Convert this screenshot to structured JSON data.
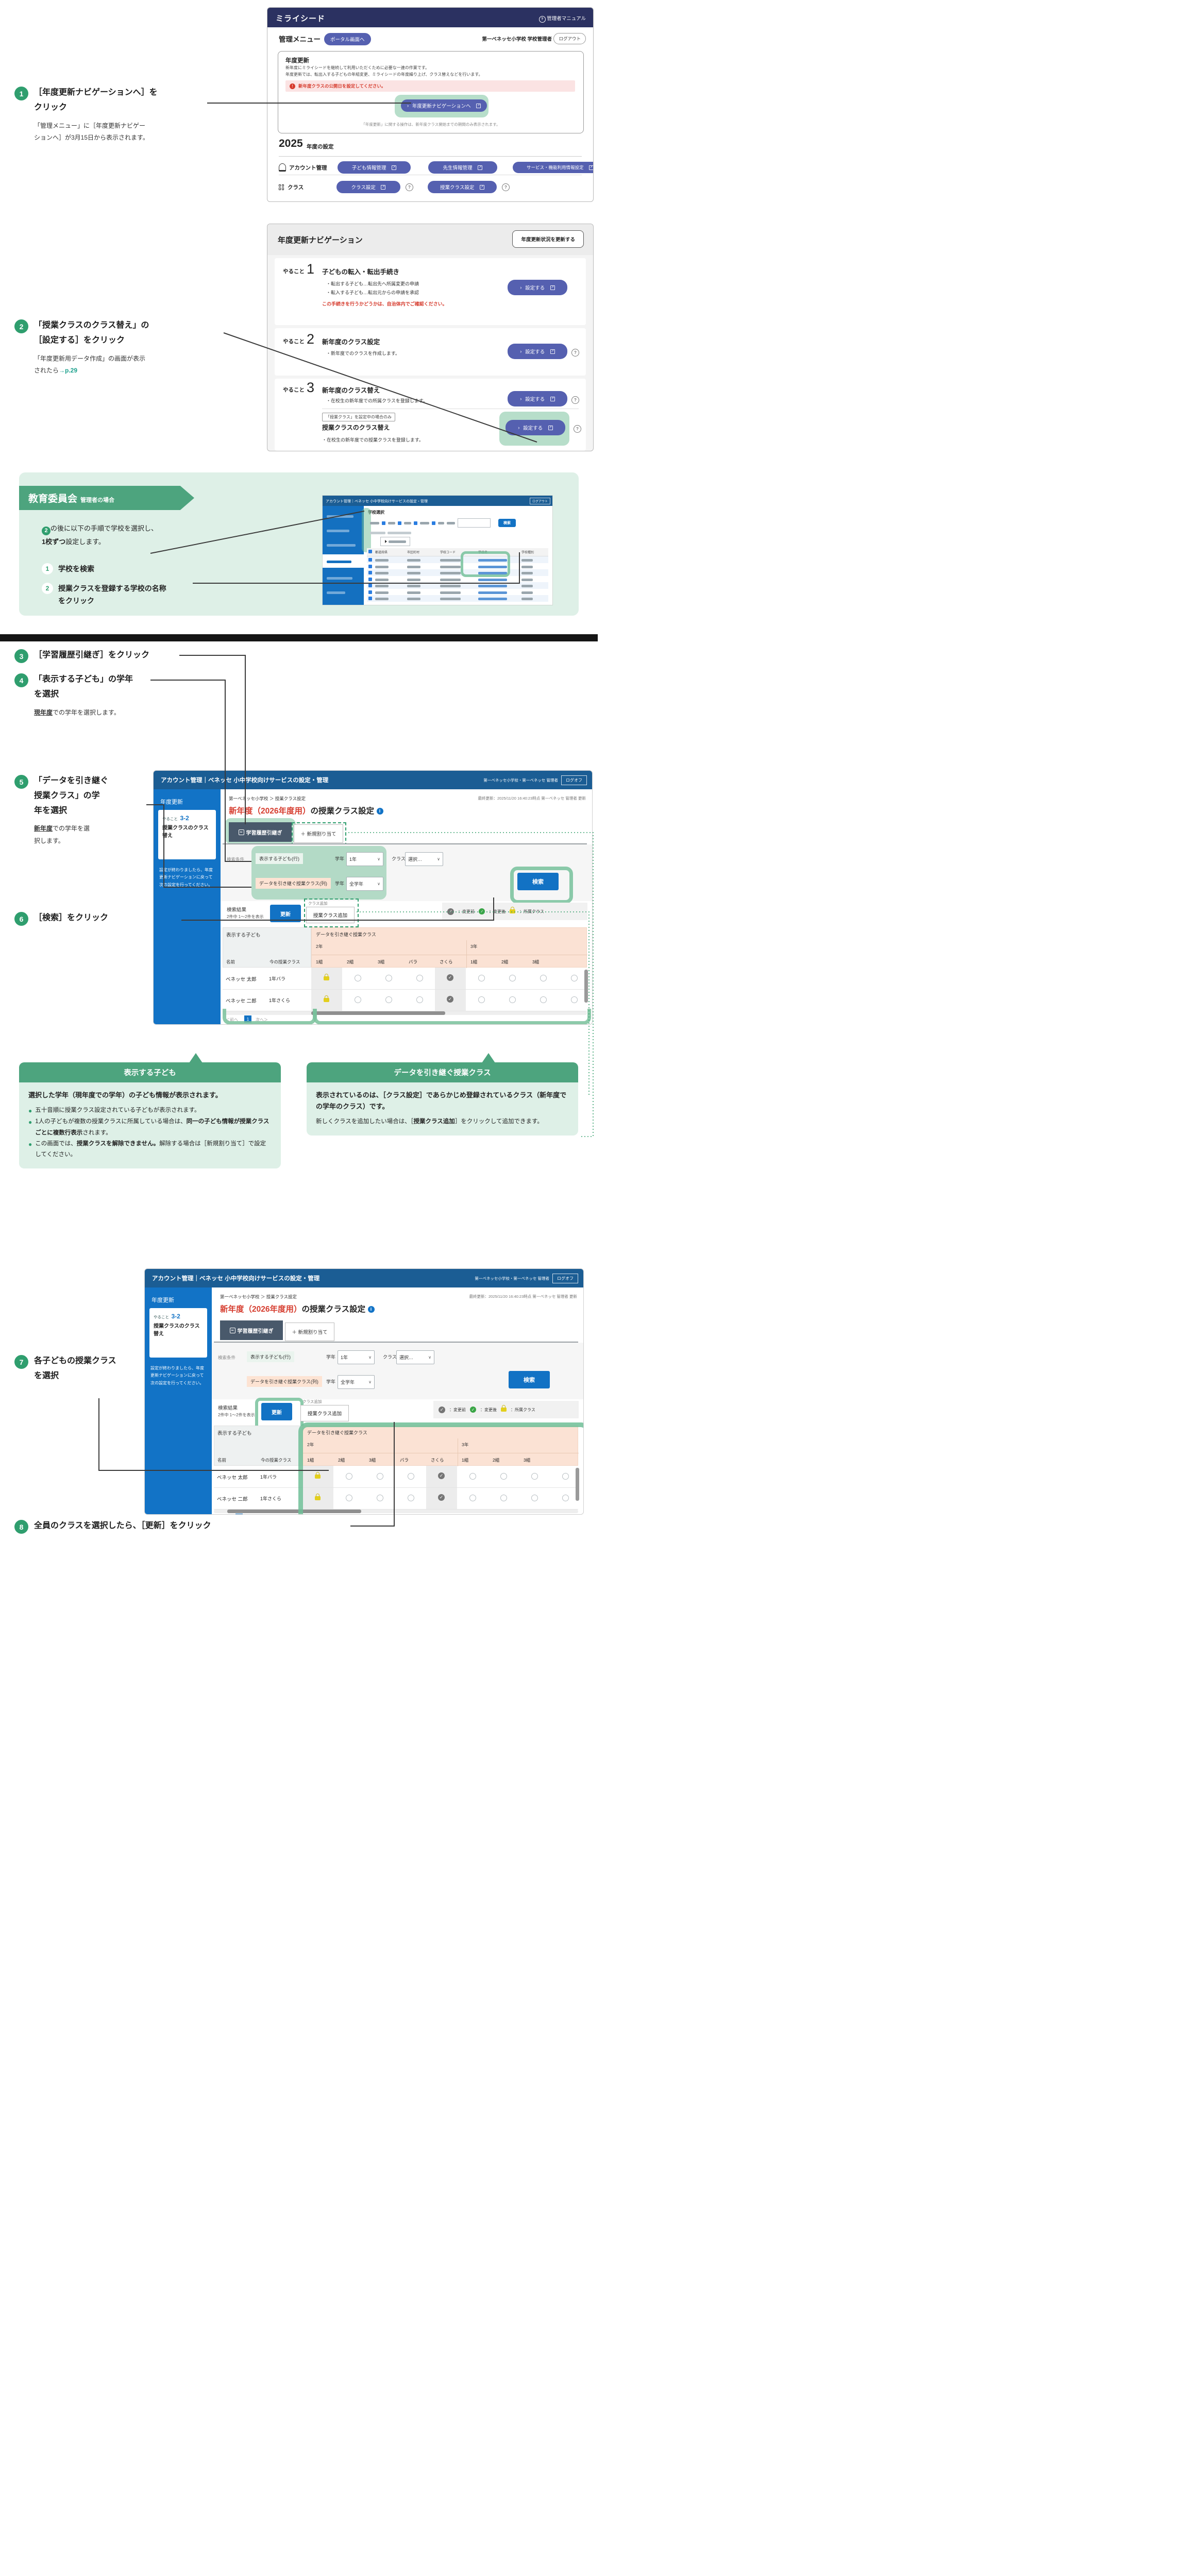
{
  "steps": {
    "s1": {
      "num": "1",
      "t1": "［年度更新ナビゲーションへ］を",
      "t2": "クリック",
      "b1": "「管理メニュー」に［年度更新ナビゲー",
      "b2": "ションへ］が3月15日から表示されます。"
    },
    "s2": {
      "num": "2",
      "t1": "「授業クラスのクラス替え」の",
      "t2": "［設定する］をクリック",
      "b1": "「年度更新用データ作成」の画面が表示",
      "b2_pre": "されたら",
      "b2_arrow": "→",
      "b2_link": "p.29"
    },
    "s3": {
      "num": "3",
      "t1": "［学習履歴引継ぎ］をクリック"
    },
    "s4": {
      "num": "4",
      "t1": "「表示する子ども」の学年",
      "t2": "を選択",
      "b_bold": "現年度",
      "b_rest": "での学年を選択します。"
    },
    "s5": {
      "num": "5",
      "t1": "「データを引き継ぐ",
      "t2": "授業クラス」の学",
      "t3": "年を選択",
      "b_bold": "新年度",
      "b1": "での学年を選",
      "b2": "択します。"
    },
    "s6": {
      "num": "6",
      "t1": "［検索］をクリック"
    },
    "s7": {
      "num": "7",
      "t1": "各子どもの授業クラス",
      "t2": "を選択"
    },
    "s8": {
      "num": "8",
      "t1": "全員のクラスを選択したら、［更新］をクリック"
    }
  },
  "shot1": {
    "logo": "ミライシード",
    "manual": "管理者マニュアル",
    "menu_title": "管理メニュー",
    "portal_btn": "ポータル画面へ",
    "account": "第一ベネッセ小学校 学校管理者",
    "logout": "ログアウト",
    "nendo_title": "年度更新",
    "desc1": "新年度にミライシードを継続して利用いただくために必要な一連の作業です。",
    "desc2": "年度更新では、転出入する子どもの年組変更、ミライシードの年度繰り上げ、クラス替えなどを行います。",
    "alert": "新年度クラスの公開日を設定してください。",
    "nav_btn": "年度更新ナビゲーションへ",
    "note": "「年度更新」に関する操作は、新年度クラス開始までの期間のみ表示されます。",
    "year": "2025",
    "year_suffix": "年度の設定",
    "row1_label": "アカウント管理",
    "r1b1": "子ども情報管理",
    "r1b2": "先生情報管理",
    "r1b3": "サービス・機能利用情報設定",
    "row2_label": "クラス",
    "r2b1": "クラス設定",
    "r2b2": "授業クラス設定"
  },
  "shot2": {
    "title": "年度更新ナビゲーション",
    "status_btn": "年度更新状況を更新する",
    "yarukoto": "やること",
    "i1": {
      "num": "1",
      "title": "子どもの転入・転出手続き",
      "b1": "転出する子ども…転出先へ所属変更の申請",
      "b2": "転入する子ども…転出元からの申請を承認",
      "note": "この手続きを行うかどうかは、自治体内でご確認ください。",
      "btn": "設定する"
    },
    "i2": {
      "num": "2",
      "title": "新年度のクラス設定",
      "b1": "新年度でのクラスを作成します。",
      "btn": "設定する"
    },
    "i3": {
      "num": "3",
      "title": "新年度のクラス替え",
      "b1": "在校生の新年度での所属クラスを登録します。",
      "btn": "設定する"
    },
    "sub": {
      "badge": "「授業クラス」を設定中の場合のみ",
      "title": "授業クラスのクラス替え",
      "b1": "在校生の新年度での授業クラスを登録します。",
      "btn": "設定する"
    }
  },
  "gov": {
    "badge_big": "教育委員会",
    "badge_small": "管理者の場合",
    "intro_num": "2",
    "intro1": "の後に以下の手順で学校を選択し、",
    "intro2_bold": "1校ずつ",
    "intro2_rest": "設定します。",
    "st1_num": "1",
    "st1": "学校を検索",
    "st2_num": "2",
    "st2a": "授業クラスを登録する学校の名称",
    "st2b": "をクリック",
    "mini": {
      "header": "アカウント管理｜ベネッセ 小中学校向けサービスの設定・管理",
      "logout": "ログアウト",
      "title": "学校選択",
      "search": "検索",
      "h1": "都道府県",
      "h2": "市区町村",
      "h3": "学校コード",
      "h4": "学校名",
      "h5": "学校種別"
    }
  },
  "shot": {
    "app": "アカウント管理",
    "app2": "ベネッセ 小中学校向けサービスの設定・管理",
    "user": "第一ベネッセ小学校・第一ベネッセ 管理者",
    "logoff": "ログオフ",
    "side_title": "年度更新",
    "yarukoto": "やること",
    "card_num": "3-2",
    "card_title": "授業クラスのクラス替え",
    "side_note": "設定が終わりましたら、年度更新ナビゲーションに戻って次の設定を行ってください。",
    "breadcrumb": "第一ベネッセ小学校 ＞ 授業クラス設定",
    "meta": "最終更新：2025/11/20 16:40:23時点 第一ベネッセ 管理者 更新",
    "title_red": "新年度（2026年度用）",
    "title_black": "の授業クラス設定",
    "info": "i",
    "tab1": "学習履歴引継ぎ",
    "tab2": "＋ 新規割り当て",
    "cond": "検索条件",
    "f1": "表示する子ども(行)",
    "gakunen": "学年",
    "v1": "1年",
    "class_label": "クラス",
    "v2": "選択…",
    "f2": "データを引き継ぐ授業クラス(列)",
    "v3": "全学年",
    "search_btn": "検索",
    "result": "検索結果",
    "result_count": "2件中 1～2件を表示",
    "update_btn": "更新",
    "class_add": "クラス追加",
    "add_btn": "授業クラス追加",
    "lg1": "：変更前",
    "lg2": "：変更後",
    "lg3": "：所属クラス",
    "grp1": "表示する子ども",
    "grp2": "データを引き継ぐ授業クラス",
    "col_name": "名前",
    "col_now": "今の授業クラス",
    "g2": "2年",
    "g3": "3年",
    "c1": "1組",
    "c2": "2組",
    "c3": "3組",
    "c4": "バラ",
    "c5": "さくら",
    "r1name": "ベネッセ 太郎",
    "r1now": "1年バラ",
    "r2name": "ベネッセ 二郎",
    "r2now": "1年さくら",
    "prev": "＜前へ",
    "page1": "1",
    "next": "次へ＞"
  },
  "boxL": {
    "title": "表示する子ども",
    "lead": "選択した学年（現年度での学年）の子ども情報が表示されます。",
    "b1": "五十音順に授業クラス設定されている子どもが表示されます。",
    "b2_pre": "1人の子どもが複数の授業クラスに所属している場合は、",
    "b2_bold": "同一の子ども情報が授業クラスごとに複数行表示",
    "b2_post": "されます。",
    "b3_pre": "この画面では、",
    "b3_bold": "授業クラスを解除できません。",
    "b3_post": "解除する場合は［新規割り当て］で設定してください。"
  },
  "boxR": {
    "title": "データを引き継ぐ授業クラス",
    "lead": "表示されているのは、［クラス設定］であらかじめ登録されているクラス（新年度での学年のクラス）です。",
    "b_pre": "新しくクラスを追加したい場合は、［",
    "b_bold": "授業クラス追加",
    "b_post": "］をクリックして追加できます。"
  },
  "colors": {
    "accent_green": "#2f9e6e",
    "mint": "#79c19c",
    "navy": "#2b3161",
    "indigo": "#5560b0",
    "blue": "#1272c4",
    "sidebar_blue": "#1273c6",
    "header_blue": "#1b5d94",
    "red": "#d63c2e",
    "peach": "#fde3d3",
    "box_bg": "#def0e7"
  }
}
